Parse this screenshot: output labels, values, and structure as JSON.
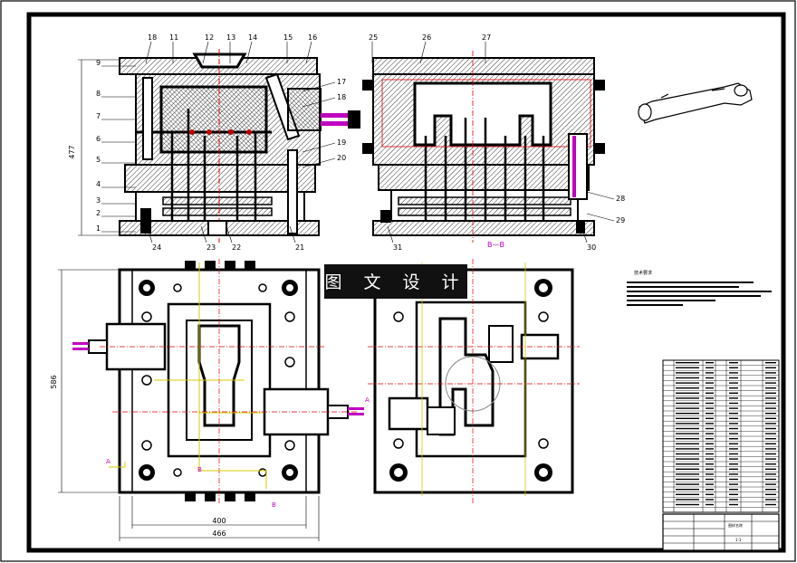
{
  "drawing": {
    "watermark": "图 文 设 计",
    "section_label": "B—B",
    "view_marker_a": "A",
    "view_marker_b": "B",
    "left_part_numbers": [
      "1",
      "2",
      "3",
      "4",
      "5",
      "6",
      "7",
      "8",
      "9"
    ],
    "top_part_numbers": [
      "18",
      "11",
      "12",
      "13",
      "14",
      "15",
      "16",
      "25",
      "26",
      "27"
    ],
    "right_callouts_main": [
      "17",
      "18",
      "19",
      "20"
    ],
    "bottom_part_numbers": [
      "24",
      "23",
      "22",
      "21",
      "31",
      "30"
    ],
    "right_callouts_side": [
      "28",
      "29"
    ],
    "dims": {
      "height_main": "477",
      "height_plan": "586",
      "width_inner": "400",
      "width_outer": "466"
    },
    "notes_title": "技术要求",
    "titleblock_label": "图样名称",
    "titleblock_sub": "1:1"
  },
  "colors": {
    "line": "#000000",
    "center_red": "#e00000",
    "dim_magenta": "#c000c0",
    "yellow": "#d8c800",
    "green": "#00a000",
    "hatch": "#222222"
  }
}
